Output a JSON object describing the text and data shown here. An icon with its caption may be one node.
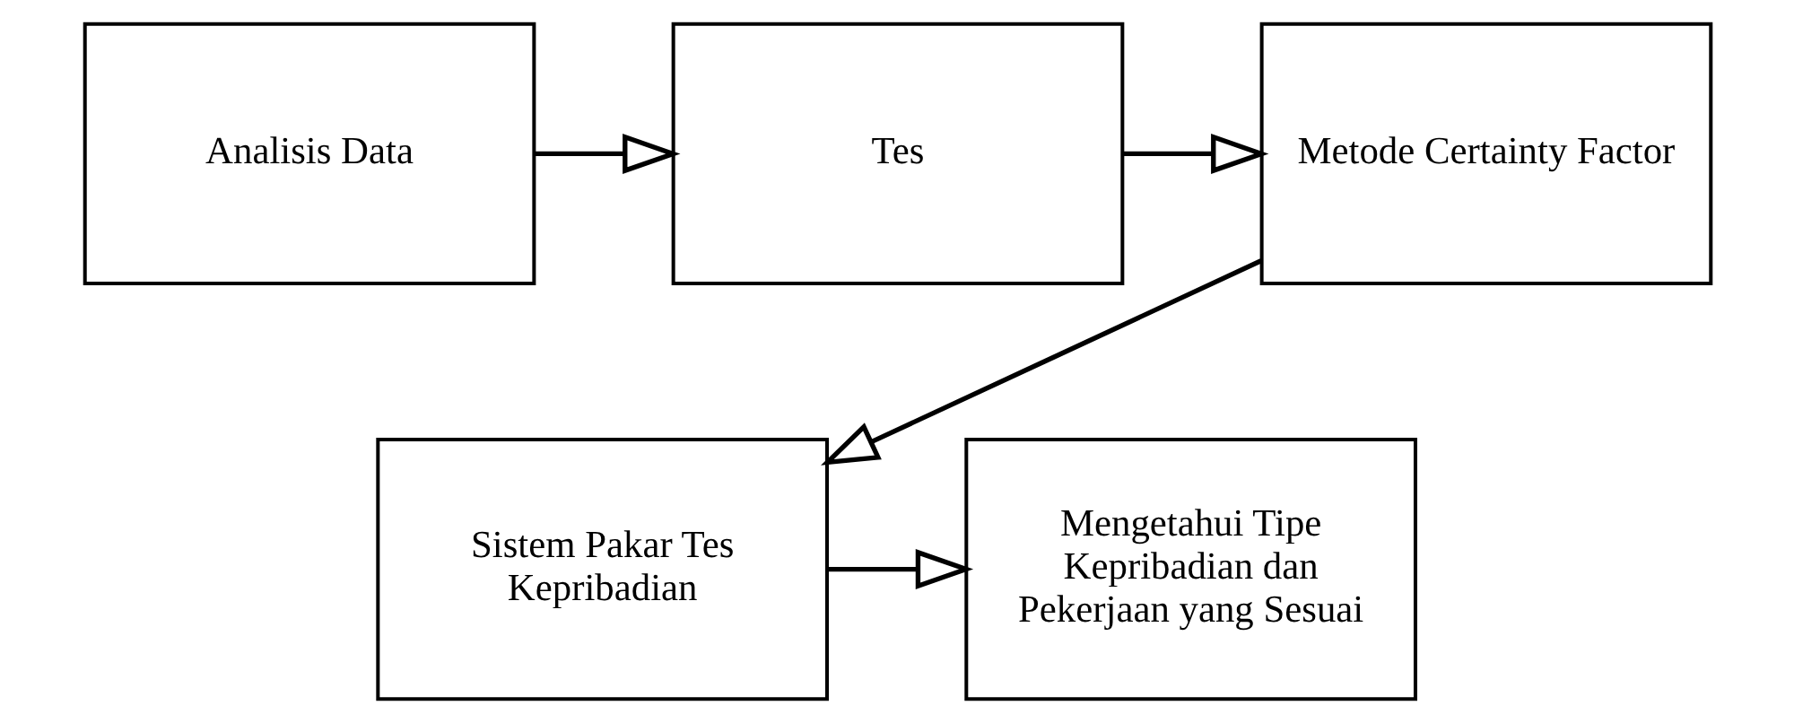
{
  "diagram": {
    "nodes": [
      {
        "text": [
          "Analisis Data"
        ]
      },
      {
        "text": [
          "Tes"
        ]
      },
      {
        "text": [
          "Metode Certainty Factor"
        ]
      },
      {
        "text": [
          "Sistem Pakar Tes Kepribadian"
        ]
      },
      {
        "text": [
          "Mengetahui Tipe Kepribadian dan Pekerjaan yang Sesuai"
        ]
      }
    ],
    "edges": [
      {
        "from": 0,
        "to": 1,
        "arrow": "to"
      },
      {
        "from": 1,
        "to": 2,
        "arrow": "to"
      },
      {
        "from": 2,
        "to": 3,
        "arrow": "to"
      },
      {
        "from": 3,
        "to": 4,
        "arrow": "to"
      }
    ]
  }
}
